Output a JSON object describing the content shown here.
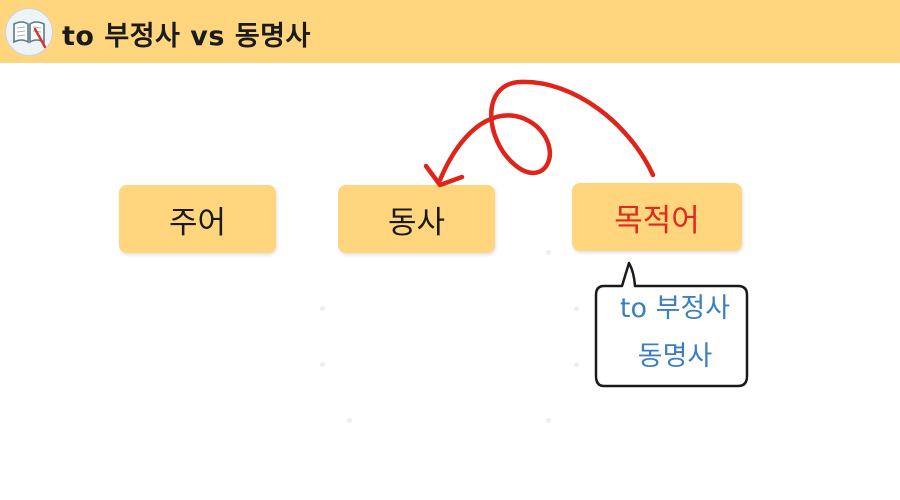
{
  "header": {
    "title": "to 부정사 vs 동명사",
    "icon": "book-icon"
  },
  "boxes": {
    "subject": "주어",
    "verb": "동사",
    "object": "목적어"
  },
  "bubble": {
    "line1": "to 부정사",
    "line2": "동명사"
  },
  "colors": {
    "header_bg": "#ffd57d",
    "box_bg": "#ffd57d",
    "object_text": "#df2a1c",
    "bubble_text": "#3b7fc1",
    "arrow": "#e0241b"
  }
}
